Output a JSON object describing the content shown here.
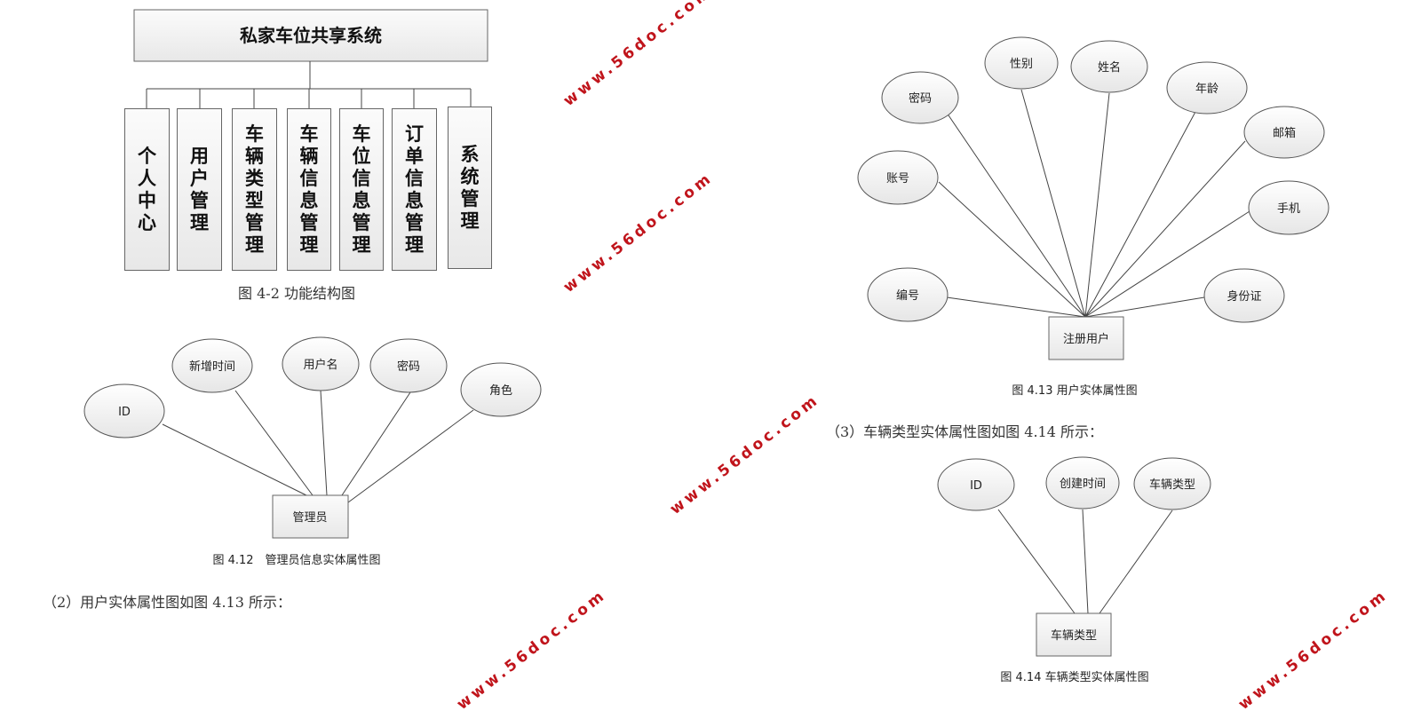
{
  "structure_chart": {
    "title": "私家车位共享系统",
    "modules": [
      "个人中心",
      "用户管理",
      "车辆类型管理",
      "车辆信息管理",
      "车位信息管理",
      "订单信息管理",
      "系统管理"
    ],
    "caption": "图 4-2 功能结构图"
  },
  "admin_er": {
    "entity": "管理员",
    "attributes": [
      "ID",
      "新增时间",
      "用户名",
      "密码",
      "角色"
    ],
    "caption": "图 4.12　管理员信息实体属性图"
  },
  "paragraph_2": "（2）用户实体属性图如图 4.13 所示：",
  "user_er": {
    "entity": "注册用户",
    "attributes": [
      "密码",
      "性别",
      "姓名",
      "年龄",
      "邮箱",
      "账号",
      "手机",
      "编号",
      "身份证"
    ],
    "caption": "图 4.13 用户实体属性图"
  },
  "paragraph_3": "（3）车辆类型实体属性图如图 4.14 所示：",
  "vehicle_type_er": {
    "entity": "车辆类型",
    "attributes": [
      "ID",
      "创建时间",
      "车辆类型"
    ],
    "caption": "图 4.14  车辆类型实体属性图"
  },
  "watermark": "www.56doc.com"
}
